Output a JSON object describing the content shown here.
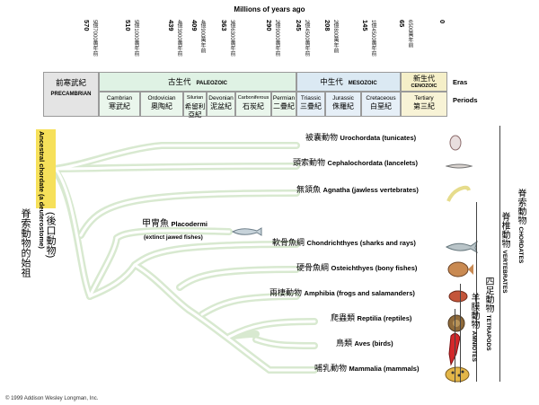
{
  "header": {
    "title": "Millions of years ago"
  },
  "ticks": [
    {
      "num": "570",
      "cn": "5億7000萬年前"
    },
    {
      "num": "510",
      "cn": "5億1000萬年前"
    },
    {
      "num": "439",
      "cn": "4億3900萬年前"
    },
    {
      "num": "409",
      "cn": "4億900萬年前"
    },
    {
      "num": "363",
      "cn": "3億6300萬年前"
    },
    {
      "num": "290",
      "cn": "2億9000萬年前"
    },
    {
      "num": "245",
      "cn": "2億4500萬年前"
    },
    {
      "num": "208",
      "cn": "2億800萬年前"
    },
    {
      "num": "145",
      "cn": "1億4500萬年前"
    },
    {
      "num": "65",
      "cn": "6500萬年前"
    },
    {
      "num": "0",
      "cn": ""
    }
  ],
  "eras": {
    "precambrian": {
      "cn": "前寒武紀",
      "en": "PRECAMBRIAN"
    },
    "paleozoic": {
      "cn": "古生代",
      "en": "PALEOZOIC"
    },
    "mesozoic": {
      "cn": "中生代",
      "en": "MESOZOIC"
    },
    "cenozoic": {
      "cn": "新生代",
      "en": "CENOZOIC"
    },
    "label": "Eras",
    "periods_label": "Periods"
  },
  "periods": [
    {
      "en": "Cambrian",
      "cn": "寒武紀"
    },
    {
      "en": "Ordovician",
      "cn": "奧陶紀"
    },
    {
      "en": "Silurian",
      "cn": "希留利亞紀"
    },
    {
      "en": "Devonian",
      "cn": "泥盆紀"
    },
    {
      "en": "Carboniferous",
      "cn": "石炭紀"
    },
    {
      "en": "Permian",
      "cn": "二疊紀"
    },
    {
      "en": "Triassic",
      "cn": "三疊紀"
    },
    {
      "en": "Jurassic",
      "cn": "侏羅紀"
    },
    {
      "en": "Cretaceous",
      "cn": "白堊紀"
    },
    {
      "en": "Tertiary",
      "cn": "第三紀"
    }
  ],
  "ancestor": {
    "en": "Ancestral chordate (a deuterostome)",
    "cn": "脊索動物的始祖",
    "cn2": "(後口動物)"
  },
  "clades": [
    {
      "cn": "被囊動物",
      "en": "Urochordata (tunicates)"
    },
    {
      "cn": "頭索動物",
      "en": "Cephalochordata (lancelets)"
    },
    {
      "cn": "無頷魚",
      "en": "Agnatha (jawless vertebrates)"
    },
    {
      "cn": "軟骨魚綱",
      "en": "Chondrichthyes (sharks and rays)"
    },
    {
      "cn": "硬骨魚綱",
      "en": "Osteichthyes (bony fishes)"
    },
    {
      "cn": "兩棲動物",
      "en": "Amphibia (frogs and salamanders)"
    },
    {
      "cn": "爬蟲類",
      "en": "Reptilia (reptiles)"
    },
    {
      "cn": "鳥類",
      "en": "Aves (birds)"
    },
    {
      "cn": "哺乳動物",
      "en": "Mammalia (mammals)"
    }
  ],
  "placodermi": {
    "cn": "甲冑魚",
    "en": "Placodermi",
    "sub": "(extinct jawed fishes)"
  },
  "groups": {
    "chordates": {
      "cn": "脊索動物",
      "en": "CHORDATES"
    },
    "vertebrates": {
      "cn": "脊椎動物",
      "en": "VERTEBRATES"
    },
    "tetrapods": {
      "cn": "四足動物",
      "en": "TETRAPODS"
    },
    "amniotes": {
      "cn": "羊膜動物",
      "en": "AMNIOTES"
    }
  },
  "footer": "© 1999 Addison Wesley Longman, Inc."
}
